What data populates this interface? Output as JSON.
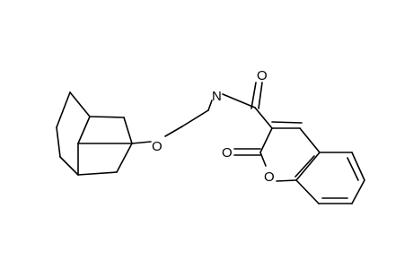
{
  "molecule": {
    "atoms": {
      "nitrogen": "N",
      "amide_oxygen": "O",
      "ether_oxygen": "O",
      "lactone_carbonyl_oxygen": "O",
      "ring_oxygen": "O"
    }
  },
  "colors": {
    "bond": "#000000",
    "background": "#ffffff"
  }
}
